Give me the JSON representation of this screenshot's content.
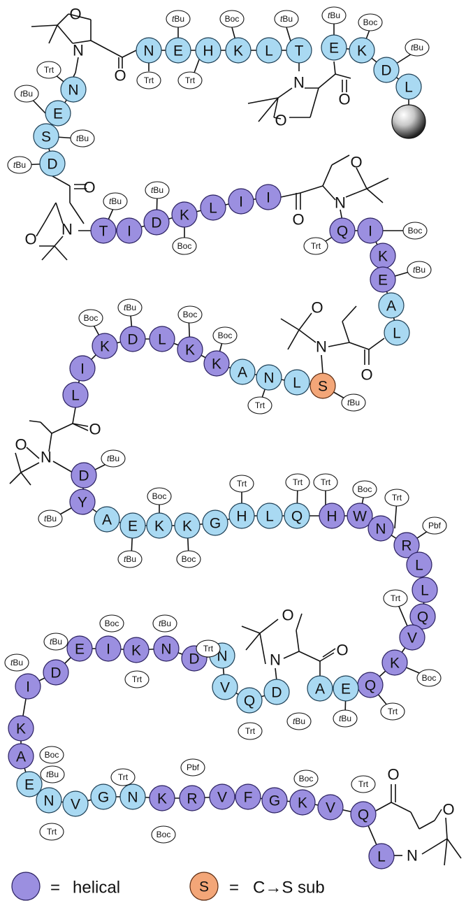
{
  "colors": {
    "helical": "#9b8fe0",
    "helical_stroke": "#2a2060",
    "nonhelical": "#a9d9f2",
    "nonhelical_stroke": "#1d3f55",
    "substitution": "#f3a678",
    "substitution_stroke": "#5a2a10",
    "protecting_group": "#ffffff",
    "resin": "#bdbdbd"
  },
  "residues": {
    "seg1": [
      "N",
      "E",
      "H",
      "K",
      "L",
      "T"
    ],
    "seg1_pg": [
      "Trt",
      "tBu",
      "Trt",
      "Boc",
      "Trt",
      "tBu"
    ],
    "seg2": [
      "E",
      "K",
      "D",
      "L"
    ],
    "seg2_pg": [
      "tBu",
      "Boc",
      "tBu"
    ],
    "seg3": [
      "N",
      "E",
      "S",
      "D"
    ],
    "seg3_pg": [
      "Trt",
      "tBu",
      "tBu",
      "tBu"
    ],
    "seg4": [
      "T",
      "I",
      "D",
      "K",
      "L",
      "I",
      "I"
    ],
    "seg4_pg": [
      "tBu",
      "tBu",
      "Boc"
    ],
    "seg5": [
      "Q",
      "I",
      "K",
      "E",
      "A",
      "L"
    ],
    "seg5_pg": [
      "Trt",
      "Boc",
      "tBu"
    ],
    "seg6": [
      "S",
      "L",
      "N",
      "A",
      "K",
      "K",
      "L",
      "D",
      "K",
      "I",
      "L"
    ],
    "seg6_pg": [
      "tBu",
      "Trt",
      "Boc",
      "Boc",
      "tBu",
      "Boc"
    ],
    "seg7": [
      "D",
      "Y",
      "A",
      "E",
      "K",
      "K",
      "G",
      "H",
      "L",
      "Q",
      "H",
      "W",
      "N",
      "R",
      "L",
      "L",
      "Q",
      "V",
      "K",
      "Q",
      "E",
      "A"
    ],
    "seg7_pg": [
      "tBu",
      "tBu",
      "Boc",
      "tBu",
      "Boc",
      "Trt",
      "Trt",
      "Trt",
      "Boc",
      "Trt",
      "Pbf",
      "Trt",
      "Boc",
      "Trt",
      "tBu"
    ],
    "seg8": [
      "D",
      "Q",
      "V",
      "N",
      "D",
      "N",
      "K",
      "I",
      "E",
      "D",
      "I",
      "K",
      "A",
      "E",
      "N",
      "V",
      "G",
      "N",
      "K",
      "R",
      "V",
      "F",
      "G",
      "K",
      "V",
      "Q",
      "L"
    ],
    "seg8_pg": [
      "tBu",
      "Trt",
      "Trt",
      "tBu",
      "Trt",
      "Boc",
      "tBu",
      "tBu",
      "Boc",
      "tBu",
      "Trt",
      "Trt",
      "Boc",
      "Pbf",
      "Boc",
      "Trt"
    ]
  },
  "atoms": {
    "oxygen": "O",
    "nitrogen": "N"
  },
  "legend": {
    "equals": "=",
    "helical_label": "helical",
    "sub_symbol": "S",
    "sub_label": "C→S sub"
  }
}
